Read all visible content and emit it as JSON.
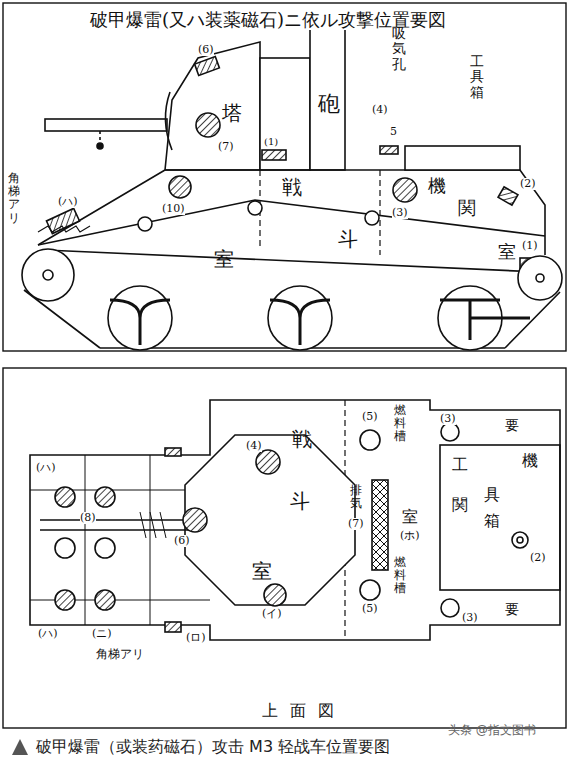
{
  "diagram": {
    "title": "破甲爆雷(又ハ装薬磁石)ニ依ル攻撃位置要図",
    "caption": "破甲爆雷（或装药磁石）攻击 M3 轻战车位置要图",
    "labels": [
      "(6)",
      "塔",
      "砲",
      "吸気孔",
      "(4)",
      "5",
      "工具箱",
      "(1)",
      "(7)",
      "戦",
      "斗",
      "室",
      "(10)",
      "機",
      "関",
      "室",
      "(3)",
      "(2)",
      "(1)",
      "(ハ)",
      "角梯アリ",
      "(4)",
      "戦",
      "(6)",
      "斗",
      "室",
      "(イ)",
      "(5)",
      "燃料槽",
      "(5)",
      "燃料槽",
      "排気",
      "(7)",
      "室",
      "(ホ)",
      "(3)",
      "要",
      "(3)",
      "要",
      "工",
      "具",
      "機",
      "関",
      "箱",
      "(2)",
      "(ハ)",
      "(8)",
      "(ハ)",
      "(ニ)",
      "(ロ)",
      "角梯アリ",
      "上面図",
      "头条 @指文图书"
    ]
  }
}
